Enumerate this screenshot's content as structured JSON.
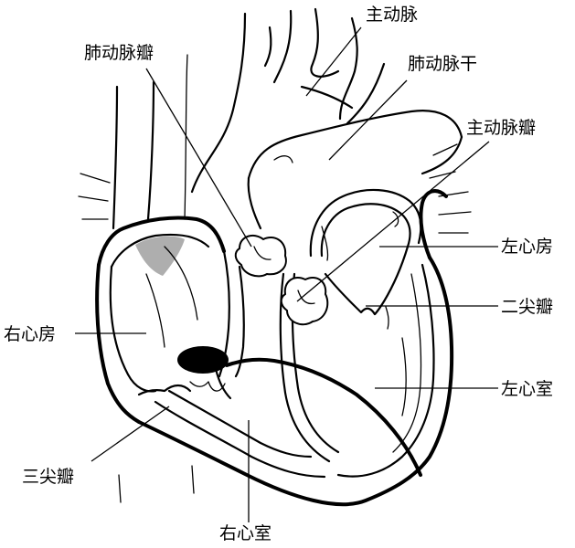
{
  "labels": {
    "aorta": "主动脉",
    "pulmonary_valve": "肺动脉瓣",
    "pulmonary_trunk": "肺动脉干",
    "aortic_valve": "主动脉瓣",
    "left_atrium": "左心房",
    "mitral_valve": "二尖瓣",
    "right_atrium": "右心房",
    "left_ventricle": "左心室",
    "tricuspid_valve": "三尖瓣",
    "right_ventricle": "右心室"
  }
}
